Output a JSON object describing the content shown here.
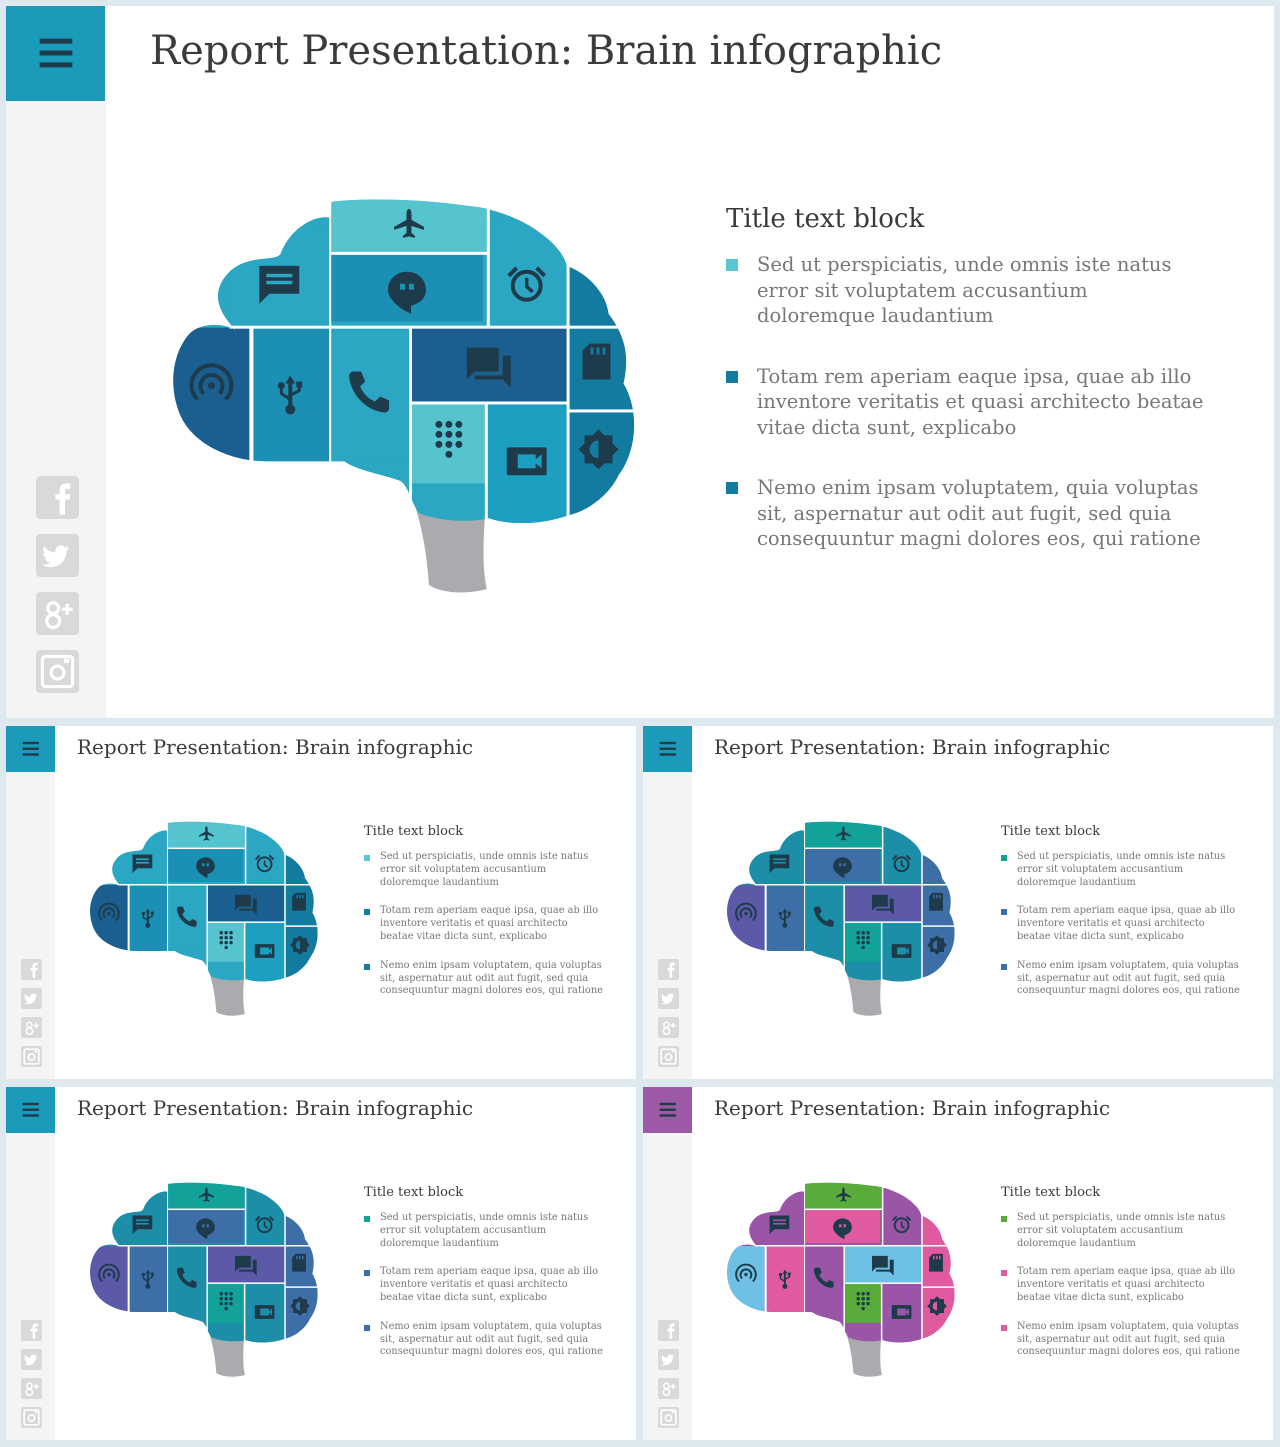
{
  "slide_title": "Report Presentation: Brain infographic",
  "block_title": "Title text block",
  "bullets": [
    "Sed ut perspiciatis, unde omnis iste natus error sit voluptatem accusantium doloremque laudantium",
    "Totam rem aperiam eaque ipsa, quae ab illo inventore veritatis et quasi architecto beatae vitae dicta sunt, explicabo",
    "Nemo enim ipsam voluptatem, quia voluptas sit, aspernatur aut odit aut fugit, sed quia consequuntur magni dolores eos, qui ratione"
  ],
  "social_icons": [
    "facebook-icon",
    "twitter-icon",
    "google-plus-icon",
    "instagram-icon"
  ],
  "brain_tile_icons": [
    "airplane-icon",
    "message-icon",
    "hangouts-icon",
    "alarm-icon",
    "sd-card-icon",
    "wireless-icon",
    "usb-icon",
    "phone-icon",
    "forum-icon",
    "dialpad-icon",
    "videocam-icon",
    "brightness-icon"
  ],
  "variants": [
    {
      "id": "main",
      "menu_color": "#1b9ab9",
      "bullet_colors": [
        "#5cc4d3",
        "#137aa0",
        "#137aa0"
      ],
      "tiles": {
        "airplane": "#56c4cf",
        "msg": "#2ba6c3",
        "hang": "#1c8fb5",
        "alarm": "#2ba6c3",
        "left": "#1a5f8f",
        "usb": "#1c8fb5",
        "phone": "#2ba6c3",
        "forum": "#1a5f8f",
        "dial": "#56c4cf",
        "video": "#1c9fc0",
        "right": "#137aa0"
      }
    },
    {
      "id": "v2",
      "menu_color": "#1b9ab9",
      "bullet_colors": [
        "#5cc4d3",
        "#137aa0",
        "#137aa0"
      ],
      "tiles": {
        "airplane": "#56c4cf",
        "msg": "#2ba6c3",
        "hang": "#1c8fb5",
        "alarm": "#2ba6c3",
        "left": "#1a5f8f",
        "usb": "#1c8fb5",
        "phone": "#2ba6c3",
        "forum": "#1a5f8f",
        "dial": "#56c4cf",
        "video": "#1c9fc0",
        "right": "#137aa0"
      }
    },
    {
      "id": "v3",
      "menu_color": "#1b9ab9",
      "bullet_colors": [
        "#12a29a",
        "#3e6ea8",
        "#3e6ea8"
      ],
      "tiles": {
        "airplane": "#12a29a",
        "msg": "#1d8ea8",
        "hang": "#3e6ea8",
        "alarm": "#1d8ea8",
        "left": "#5c5aa8",
        "usb": "#3e6ea8",
        "phone": "#1d8ea8",
        "forum": "#5c5aa8",
        "dial": "#12a29a",
        "video": "#1d8ea8",
        "right": "#3e6ea8"
      }
    },
    {
      "id": "v4",
      "menu_color": "#1b9ab9",
      "bullet_colors": [
        "#12a29a",
        "#3e6ea8",
        "#3e6ea8"
      ],
      "tiles": {
        "airplane": "#12a29a",
        "msg": "#1d8ea8",
        "hang": "#3e6ea8",
        "alarm": "#1d8ea8",
        "left": "#5c5aa8",
        "usb": "#3e6ea8",
        "phone": "#1d8ea8",
        "forum": "#5c5aa8",
        "dial": "#12a29a",
        "video": "#1d8ea8",
        "right": "#3e6ea8"
      }
    },
    {
      "id": "v5",
      "menu_color": "#9b59a6",
      "bullet_colors": [
        "#5aac3a",
        "#e05aa0",
        "#e05aa0"
      ],
      "tiles": {
        "airplane": "#5aac3a",
        "msg": "#9b55a6",
        "hang": "#e05aa0",
        "alarm": "#9b55a6",
        "left": "#6ec1e4",
        "usb": "#e05aa0",
        "phone": "#9b55a6",
        "forum": "#6ec1e4",
        "dial": "#5aac3a",
        "video": "#9b55a6",
        "right": "#e05aa0"
      }
    }
  ]
}
